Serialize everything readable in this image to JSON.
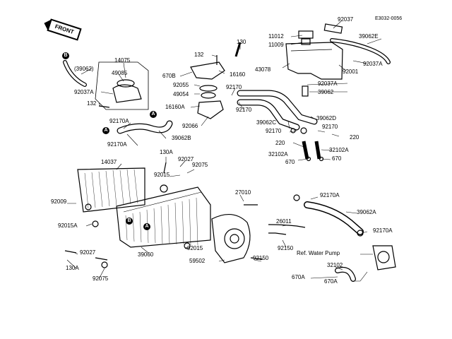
{
  "diagram_code": "E3032-0056",
  "front_label": "FRONT",
  "markers": [
    "B",
    "A",
    "A",
    "A",
    "B"
  ],
  "labels": [
    "92037",
    "39062E",
    "11012",
    "11009",
    "43078",
    "92001",
    "92037A",
    "92037A",
    "39062",
    "14075",
    "49085",
    "(39062)",
    "92037A",
    "132",
    "92170A",
    "39062B",
    "92170A",
    "130",
    "132",
    "16160",
    "670B",
    "92055",
    "49054",
    "16160A",
    "92066",
    "92170",
    "92170",
    "39062D",
    "39062C",
    "92170",
    "92170",
    "220",
    "220",
    "32102A",
    "32102A",
    "670",
    "670",
    "130A",
    "14037",
    "92027",
    "92075",
    "92015",
    "92009",
    "92015A",
    "27010",
    "92170A",
    "39062A",
    "26011",
    "92170A",
    "92150",
    "39060",
    "92015",
    "92027",
    "130A",
    "92075",
    "59502",
    "92150",
    "Ref. Water Pump",
    "32102",
    "670A",
    "670A"
  ]
}
